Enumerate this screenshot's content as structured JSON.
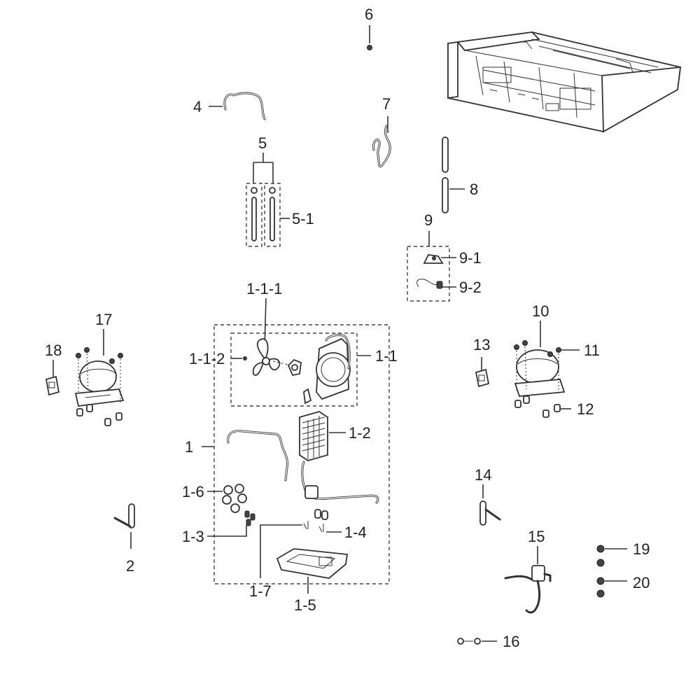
{
  "callouts": {
    "c6": "6",
    "c4": "4",
    "c7": "7",
    "c5": "5",
    "c5_1": "5-1",
    "c8": "8",
    "c9": "9",
    "c9_1": "9-1",
    "c9_2": "9-2",
    "c1_1_1": "1-1-1",
    "c1_1_2": "1-1-2",
    "c1_1": "1-1",
    "c17": "17",
    "c18": "18",
    "c10": "10",
    "c11": "11",
    "c13": "13",
    "c12": "12",
    "c1": "1",
    "c1_2": "1-2",
    "c1_6": "1-6",
    "c1_3": "1-3",
    "c1_4": "1-4",
    "c1_7": "1-7",
    "c1_5": "1-5",
    "c2": "2",
    "c14": "14",
    "c15": "15",
    "c19": "19",
    "c20": "20",
    "c16": "16"
  }
}
